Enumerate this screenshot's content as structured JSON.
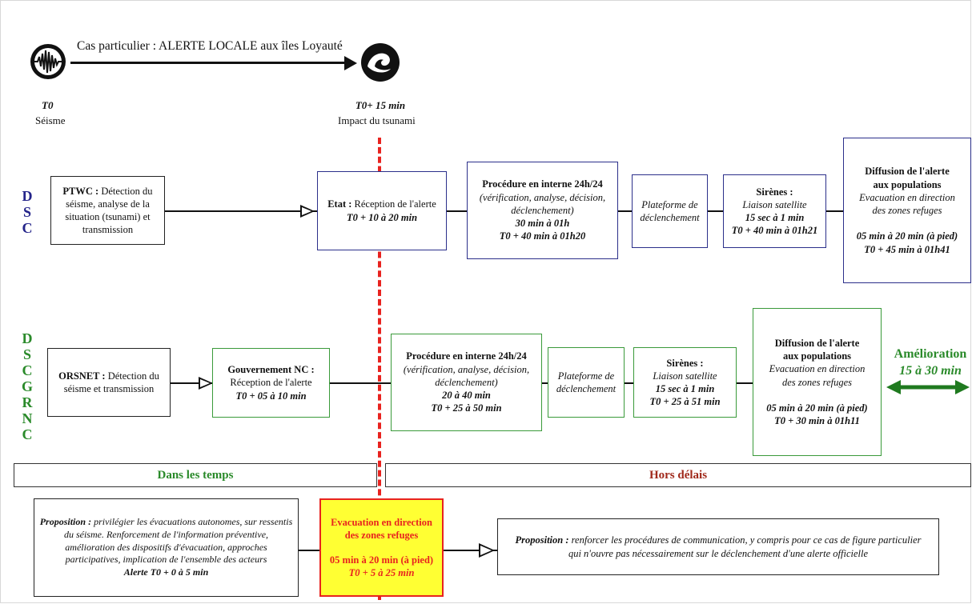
{
  "top": {
    "caption": "Cas particulier : ALERTE LOCALE aux îles Loyauté",
    "t0": {
      "time": "T0",
      "label": "Séisme"
    },
    "t15": {
      "time": "T0+ 15 min",
      "label": "Impact du tsunami"
    }
  },
  "rows": {
    "dsc": {
      "letters": [
        "D",
        "S",
        "C"
      ],
      "ptwc": {
        "title": "PTWC :",
        "text": "Détection du séisme, analyse de la situation (tsunami) et transmission"
      },
      "etat": {
        "title": "Etat :",
        "text": "Réception de l'alerte",
        "timing": "T0 + 10 à 20 min"
      },
      "procedure": {
        "title": "Procédure en interne 24h/24",
        "detail": "(vérification, analyse, décision, déclenchement)",
        "duration": "30 min à 01h",
        "timing": "T0 + 40 min à 01h20"
      },
      "plateforme": {
        "text": "Plateforme de déclenchement"
      },
      "sirenes": {
        "title": "Sirènes :",
        "liaison": "Liaison satellite",
        "duration": "15 sec à 1 min",
        "timing": "T0 + 40 min à 01h21"
      },
      "diffusion": {
        "title": "Diffusion de l'alerte aux populations",
        "evac": "Evacuation en direction des zones refuges",
        "duration": "05 min à 20 min (à pied)",
        "timing": "T0 + 45 min à 01h41"
      }
    },
    "dscgrnc": {
      "letters": [
        "D",
        "S",
        "C",
        "G",
        "R",
        "N",
        "C"
      ],
      "orsnet": {
        "title": "ORSNET :",
        "text": "Détection du séisme et transmission"
      },
      "gouv": {
        "title": "Gouvernement NC :",
        "text": "Réception de l'alerte",
        "timing": "T0 + 05 à 10 min"
      },
      "procedure": {
        "title": "Procédure en interne 24h/24",
        "detail": "(vérification, analyse, décision, déclenchement)",
        "duration": "20 à 40 min",
        "timing": "T0 + 25 à 50 min"
      },
      "plateforme": {
        "text": "Plateforme de déclenchement"
      },
      "sirenes": {
        "title": "Sirènes :",
        "liaison": "Liaison satellite",
        "duration": "15 sec à 1 min",
        "timing": "T0 + 25 à 51 min"
      },
      "diffusion": {
        "title": "Diffusion de l'alerte aux populations",
        "evac": "Evacuation en direction des zones refuges",
        "duration": "05 min à 20 min (à pied)",
        "timing": "T0 + 30 min à 01h11"
      },
      "amelioration": {
        "title": "Amélioration",
        "value": "15 à 30 min"
      }
    }
  },
  "bars": {
    "left": "Dans les temps",
    "right": "Hors délais"
  },
  "bottom": {
    "proposition_left": {
      "label": "Proposition :",
      "text": "privilégier les évacuations autonomes, sur ressentis du séisme. Renforcement de l'information préventive, amélioration des dispositifs d'évacuation, approches participatives, implication de l'ensemble des acteurs",
      "alert": "Alerte T0 + 0 à 5 min"
    },
    "evac_box": {
      "title": "Evacuation en direction des zones refuges",
      "duration": "05 min à 20 min (à pied)",
      "timing": "T0 + 5 à 25 min"
    },
    "proposition_right": {
      "label": "Proposition :",
      "text": "renforcer les procédures de communication, y compris pour ce cas de figure particulier qui n'ouvre pas nécessairement sur le déclenchement d'une alerte officielle"
    }
  },
  "colors": {
    "dsc": "#24248a",
    "dscgrnc": "#2a8a2a",
    "red": "#e8231f",
    "highlight": "#ffff33",
    "arrow_green": "#1f7a1f"
  },
  "icons": [
    "seismograph-icon",
    "tsunami-wave-icon"
  ]
}
